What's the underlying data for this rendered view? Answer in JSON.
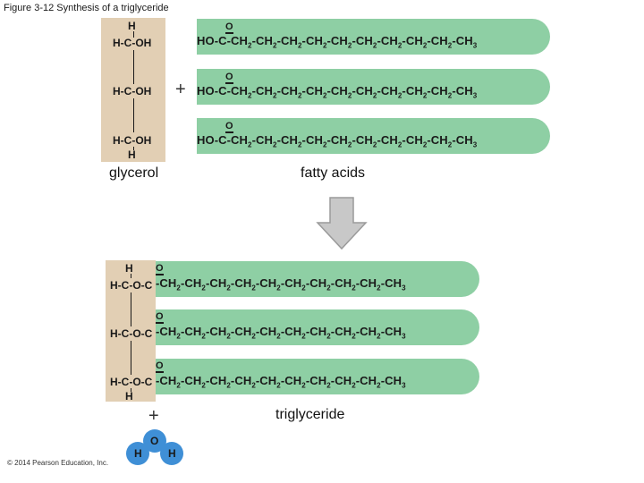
{
  "figure": {
    "title": "Figure 3-12 Synthesis of a triglyceride"
  },
  "glycerol": {
    "label": "glycerol",
    "top_h": "H",
    "bottom_h": "H",
    "rows": [
      "H-C-OH",
      "H-C-OH",
      "H-C-OH"
    ]
  },
  "fatty_acids": {
    "label": "fatty acids",
    "o_label": "O",
    "chain_prefix": "HO-C",
    "chain_body": "-CH2-CH2-CH2-CH2-CH2-CH2-CH2-CH2-CH2-CH3"
  },
  "plus_sign": "+",
  "triglyceride": {
    "label": "triglyceride",
    "top_h": "H",
    "bottom_h": "H",
    "rows": [
      "H-C-O-C",
      "H-C-O-C",
      "H-C-O-C"
    ],
    "o_label": "O",
    "chain_body": "-CH2-CH2-CH2-CH2-CH2-CH2-CH2-CH2-CH2-CH3"
  },
  "water": {
    "plus": "+",
    "o": "O",
    "h1": "H",
    "h2": "H"
  },
  "credit": "© 2014 Pearson Education, Inc.",
  "colors": {
    "glycerol_bg": "#e2cfb4",
    "fatty_acid_bg": "#8ecfa4",
    "arrow": "#c8c8c8",
    "water": "#3f8fd6"
  }
}
